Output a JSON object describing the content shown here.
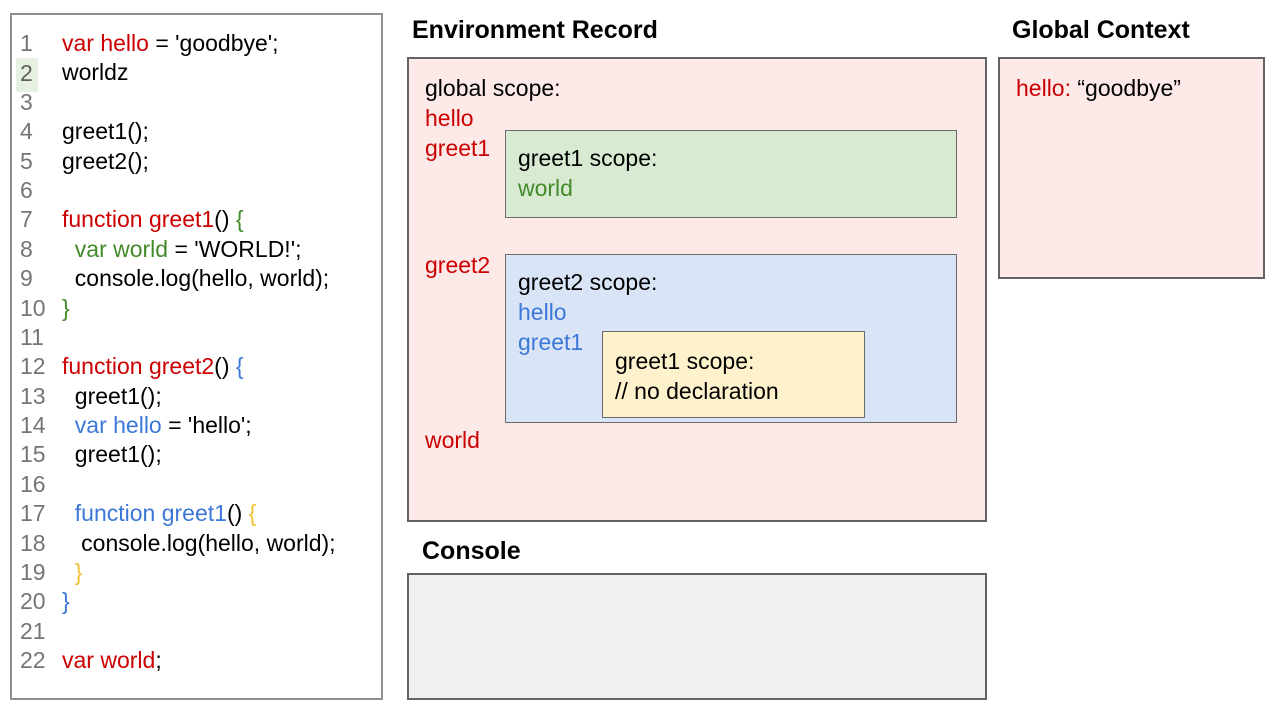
{
  "colors": {
    "code_red": "#cc0000",
    "code_green": "#438a2b",
    "code_blue": "#3c78d8",
    "code_gold": "#f1c232",
    "line_number_gray": "#757575",
    "line2_highlight": "#e6f1e2",
    "pink_fill": "#fce9e8",
    "green_fill": "#d9ead3",
    "blue_fill": "#d9e5f7",
    "yellow_fill": "#fef2cc",
    "console_fill": "#f1f1f1",
    "box_border": "#636363"
  },
  "code_panel": {
    "lines": [
      {
        "n": "1",
        "segs": [
          {
            "t": "var hello",
            "c": "r"
          },
          {
            "t": " = 'goodbye';",
            "c": "k"
          }
        ]
      },
      {
        "n": "2",
        "hl": true,
        "segs": [
          {
            "t": "worldz",
            "c": "k"
          }
        ]
      },
      {
        "n": "3",
        "segs": []
      },
      {
        "n": "4",
        "segs": [
          {
            "t": "greet1();",
            "c": "k"
          }
        ]
      },
      {
        "n": "5",
        "segs": [
          {
            "t": "greet2();",
            "c": "k"
          }
        ]
      },
      {
        "n": "6",
        "segs": []
      },
      {
        "n": "7",
        "segs": [
          {
            "t": "function greet1",
            "c": "r"
          },
          {
            "t": "() ",
            "c": "k"
          },
          {
            "t": "{",
            "c": "g"
          }
        ]
      },
      {
        "n": "8",
        "segs": [
          {
            "t": "  ",
            "c": "k"
          },
          {
            "t": "var world",
            "c": "g"
          },
          {
            "t": " = 'WORLD!';",
            "c": "k"
          }
        ]
      },
      {
        "n": "9",
        "segs": [
          {
            "t": "  console.log(hello, world);",
            "c": "k"
          }
        ]
      },
      {
        "n": "10",
        "segs": [
          {
            "t": "}",
            "c": "g"
          }
        ]
      },
      {
        "n": "11",
        "segs": []
      },
      {
        "n": "12",
        "segs": [
          {
            "t": "function greet2",
            "c": "r"
          },
          {
            "t": "() ",
            "c": "k"
          },
          {
            "t": "{",
            "c": "b"
          }
        ]
      },
      {
        "n": "13",
        "segs": [
          {
            "t": "  greet1();",
            "c": "k"
          }
        ]
      },
      {
        "n": "14",
        "segs": [
          {
            "t": "  ",
            "c": "k"
          },
          {
            "t": "var hello",
            "c": "b"
          },
          {
            "t": " = 'hello';",
            "c": "k"
          }
        ]
      },
      {
        "n": "15",
        "segs": [
          {
            "t": "  greet1();",
            "c": "k"
          }
        ]
      },
      {
        "n": "16",
        "segs": []
      },
      {
        "n": "17",
        "segs": [
          {
            "t": "  ",
            "c": "k"
          },
          {
            "t": "function greet1",
            "c": "b"
          },
          {
            "t": "() ",
            "c": "k"
          },
          {
            "t": "{",
            "c": "y"
          }
        ]
      },
      {
        "n": "18",
        "segs": [
          {
            "t": "   console.log(hello, world);",
            "c": "k"
          }
        ]
      },
      {
        "n": "19",
        "segs": [
          {
            "t": "  ",
            "c": "k"
          },
          {
            "t": "}",
            "c": "y"
          }
        ]
      },
      {
        "n": "20",
        "segs": [
          {
            "t": "}",
            "c": "b"
          }
        ]
      },
      {
        "n": "21",
        "segs": []
      },
      {
        "n": "22",
        "segs": [
          {
            "t": "var world",
            "c": "r"
          },
          {
            "t": ";",
            "c": "k"
          }
        ]
      }
    ]
  },
  "environment_record": {
    "title": "Environment Record",
    "global_scope_label": "global scope:",
    "var_hello": "hello",
    "var_greet1": "greet1",
    "var_greet2": "greet2",
    "var_world": "world",
    "greet1_scope": {
      "label": "greet1 scope:",
      "var_world": "world"
    },
    "greet2_scope": {
      "label": "greet2 scope:",
      "var_hello": "hello",
      "var_greet1": "greet1",
      "inner_greet1_scope": {
        "label": "greet1 scope:",
        "comment": "// no declaration"
      }
    }
  },
  "global_context": {
    "title": "Global Context",
    "entry_name": "hello:",
    "entry_value": " “goodbye”"
  },
  "console": {
    "title": "Console",
    "content": ""
  }
}
